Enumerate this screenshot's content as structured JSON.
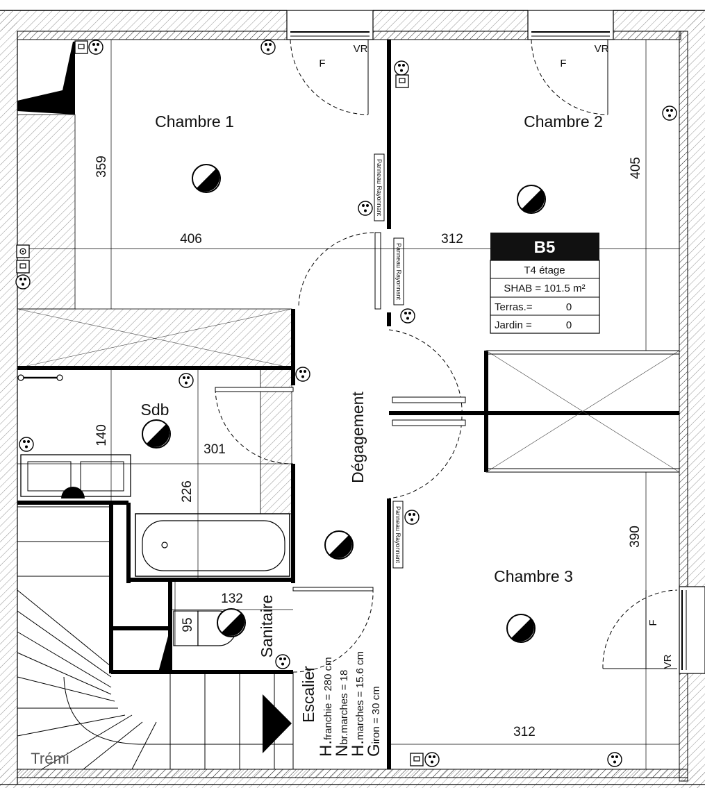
{
  "rooms": {
    "chambre1": "Chambre 1",
    "chambre2": "Chambre 2",
    "chambre3": "Chambre 3",
    "sdb": "Sdb",
    "degagement": "Dégagement",
    "sanitaire": "Sanitaire",
    "escalier": "Escalier",
    "tremi": "Trémi"
  },
  "dimensions": {
    "d359": "359",
    "d406": "406",
    "d405": "405",
    "d312_top": "312",
    "d140": "140",
    "d301": "301",
    "d226": "226",
    "d390": "390",
    "d132": "132",
    "d95": "95",
    "d312_bottom": "312"
  },
  "window_labels": {
    "vr": "VR",
    "f": "F"
  },
  "radiator_label": "Panneau Rayonnant",
  "stair_specs": [
    {
      "big": "H.",
      "small": "franchie  = 280 cm"
    },
    {
      "big": "N",
      "small": "br.marches = 18"
    },
    {
      "big": "H.",
      "small": "marches = 15.6 cm"
    },
    {
      "big": "G",
      "small": "iron = 30 cm"
    }
  ],
  "cartouche": {
    "code": "B5",
    "type": "T4 étage",
    "shab": "SHAB = 101.5 m²",
    "terrasse_label": "Terras.=",
    "terrasse_value": "0",
    "jardin_label": "Jardin =",
    "jardin_value": "0",
    "header_color": "#111111"
  }
}
